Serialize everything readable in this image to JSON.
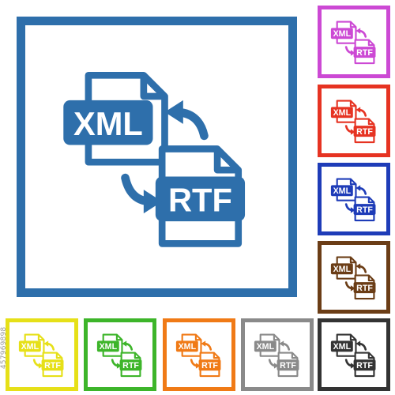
{
  "icon": {
    "label_top": "XML",
    "label_bottom": "RTF"
  },
  "variants": [
    {
      "id": "main",
      "color": "#2e6fab"
    },
    {
      "id": "purple",
      "color": "#cc49d4"
    },
    {
      "id": "red",
      "color": "#e63322"
    },
    {
      "id": "blue",
      "color": "#1e3cb8"
    },
    {
      "id": "brown",
      "color": "#6b3d16"
    },
    {
      "id": "yellow",
      "color": "#e6e018"
    },
    {
      "id": "green",
      "color": "#3db52a"
    },
    {
      "id": "orange",
      "color": "#f07a16"
    },
    {
      "id": "gray",
      "color": "#8a8a8a"
    },
    {
      "id": "black",
      "color": "#333333"
    }
  ],
  "watermark": {
    "image_id": "457969898"
  }
}
